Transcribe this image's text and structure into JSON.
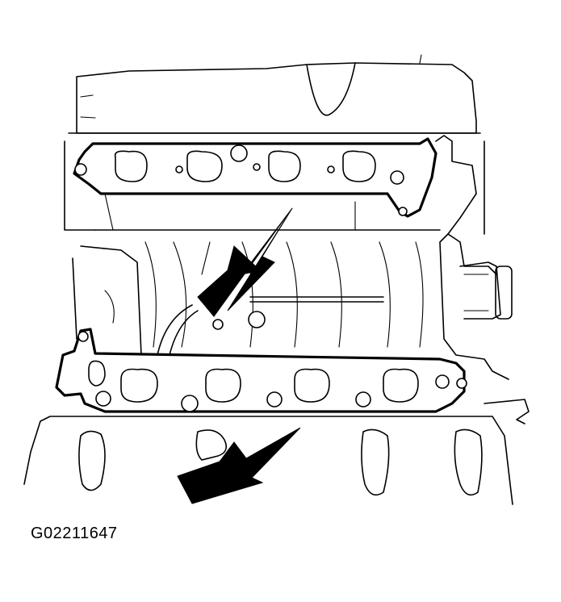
{
  "figure": {
    "id_label": "G02211647"
  },
  "icons": {
    "upper_arrow": "arrow-pointer-upper-gasket",
    "lower_arrow": "arrow-pointer-lower-gasket"
  },
  "colors": {
    "ink": "#000000",
    "paper": "#ffffff"
  }
}
